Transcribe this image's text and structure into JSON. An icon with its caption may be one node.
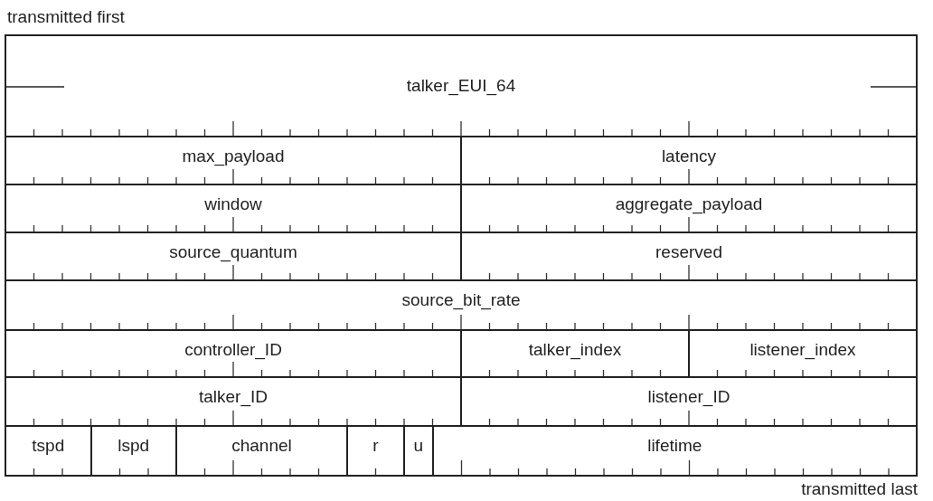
{
  "diagram": {
    "nodes": [
      {
        "text": [
          "talker_EUI_64"
        ]
      },
      {
        "text": [
          "max_payload"
        ]
      },
      {
        "text": [
          "latency"
        ]
      },
      {
        "text": [
          "window"
        ]
      },
      {
        "text": [
          "aggregate_payload"
        ]
      },
      {
        "text": [
          "source_quantum"
        ]
      },
      {
        "text": [
          "reserved"
        ]
      },
      {
        "text": [
          "source_bit_rate"
        ]
      },
      {
        "text": [
          "controller_ID"
        ]
      },
      {
        "text": [
          "talker_index"
        ]
      },
      {
        "text": [
          "listener_index"
        ]
      },
      {
        "text": [
          "talker_ID"
        ]
      },
      {
        "text": [
          "listener_ID"
        ]
      },
      {
        "text": [
          "tspd"
        ]
      },
      {
        "text": [
          "lspd"
        ]
      },
      {
        "text": [
          "channel"
        ]
      },
      {
        "text": [
          "r"
        ]
      },
      {
        "text": [
          "u"
        ]
      },
      {
        "text": [
          "lifetime"
        ]
      }
    ],
    "labels": [
      "transmitted first",
      "transmitted last"
    ]
  }
}
